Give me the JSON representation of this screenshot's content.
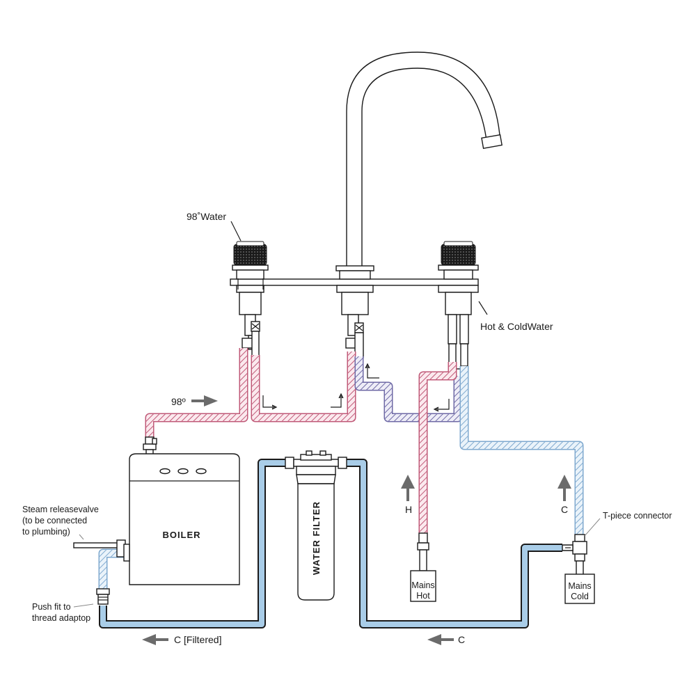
{
  "labels": {
    "hot_water_98": "98˚Water",
    "hot_cold_water": "Hot & ColdWater",
    "temp_98": "98º",
    "boiler": "BOILER",
    "water_filter": "WATER FILTER",
    "steam_valve": [
      "Steam releasevalve",
      "(to be connected",
      "to plumbing)"
    ],
    "push_fit": [
      "Push fit to",
      "thread adaptop"
    ],
    "tpiece": "T-piece connector",
    "mains_hot": [
      "Mains",
      "Hot"
    ],
    "mains_cold": [
      "Mains",
      "Cold"
    ],
    "arrow_h": "H",
    "arrow_c": "C",
    "flow_filtered": "C [Filtered]",
    "flow_c": "C"
  },
  "colors": {
    "hot": "#c05a78",
    "cold": "#5b93c9",
    "mixed": "#6f6aa6",
    "cold_solid": "#a9cde8",
    "line": "#1a1a1a",
    "arrow": "#6b6b6b"
  },
  "icons": {
    "flow_arrow": "arrow-icon",
    "direction_corner": "corner-arrow-icon",
    "valve": "valve-icon"
  }
}
